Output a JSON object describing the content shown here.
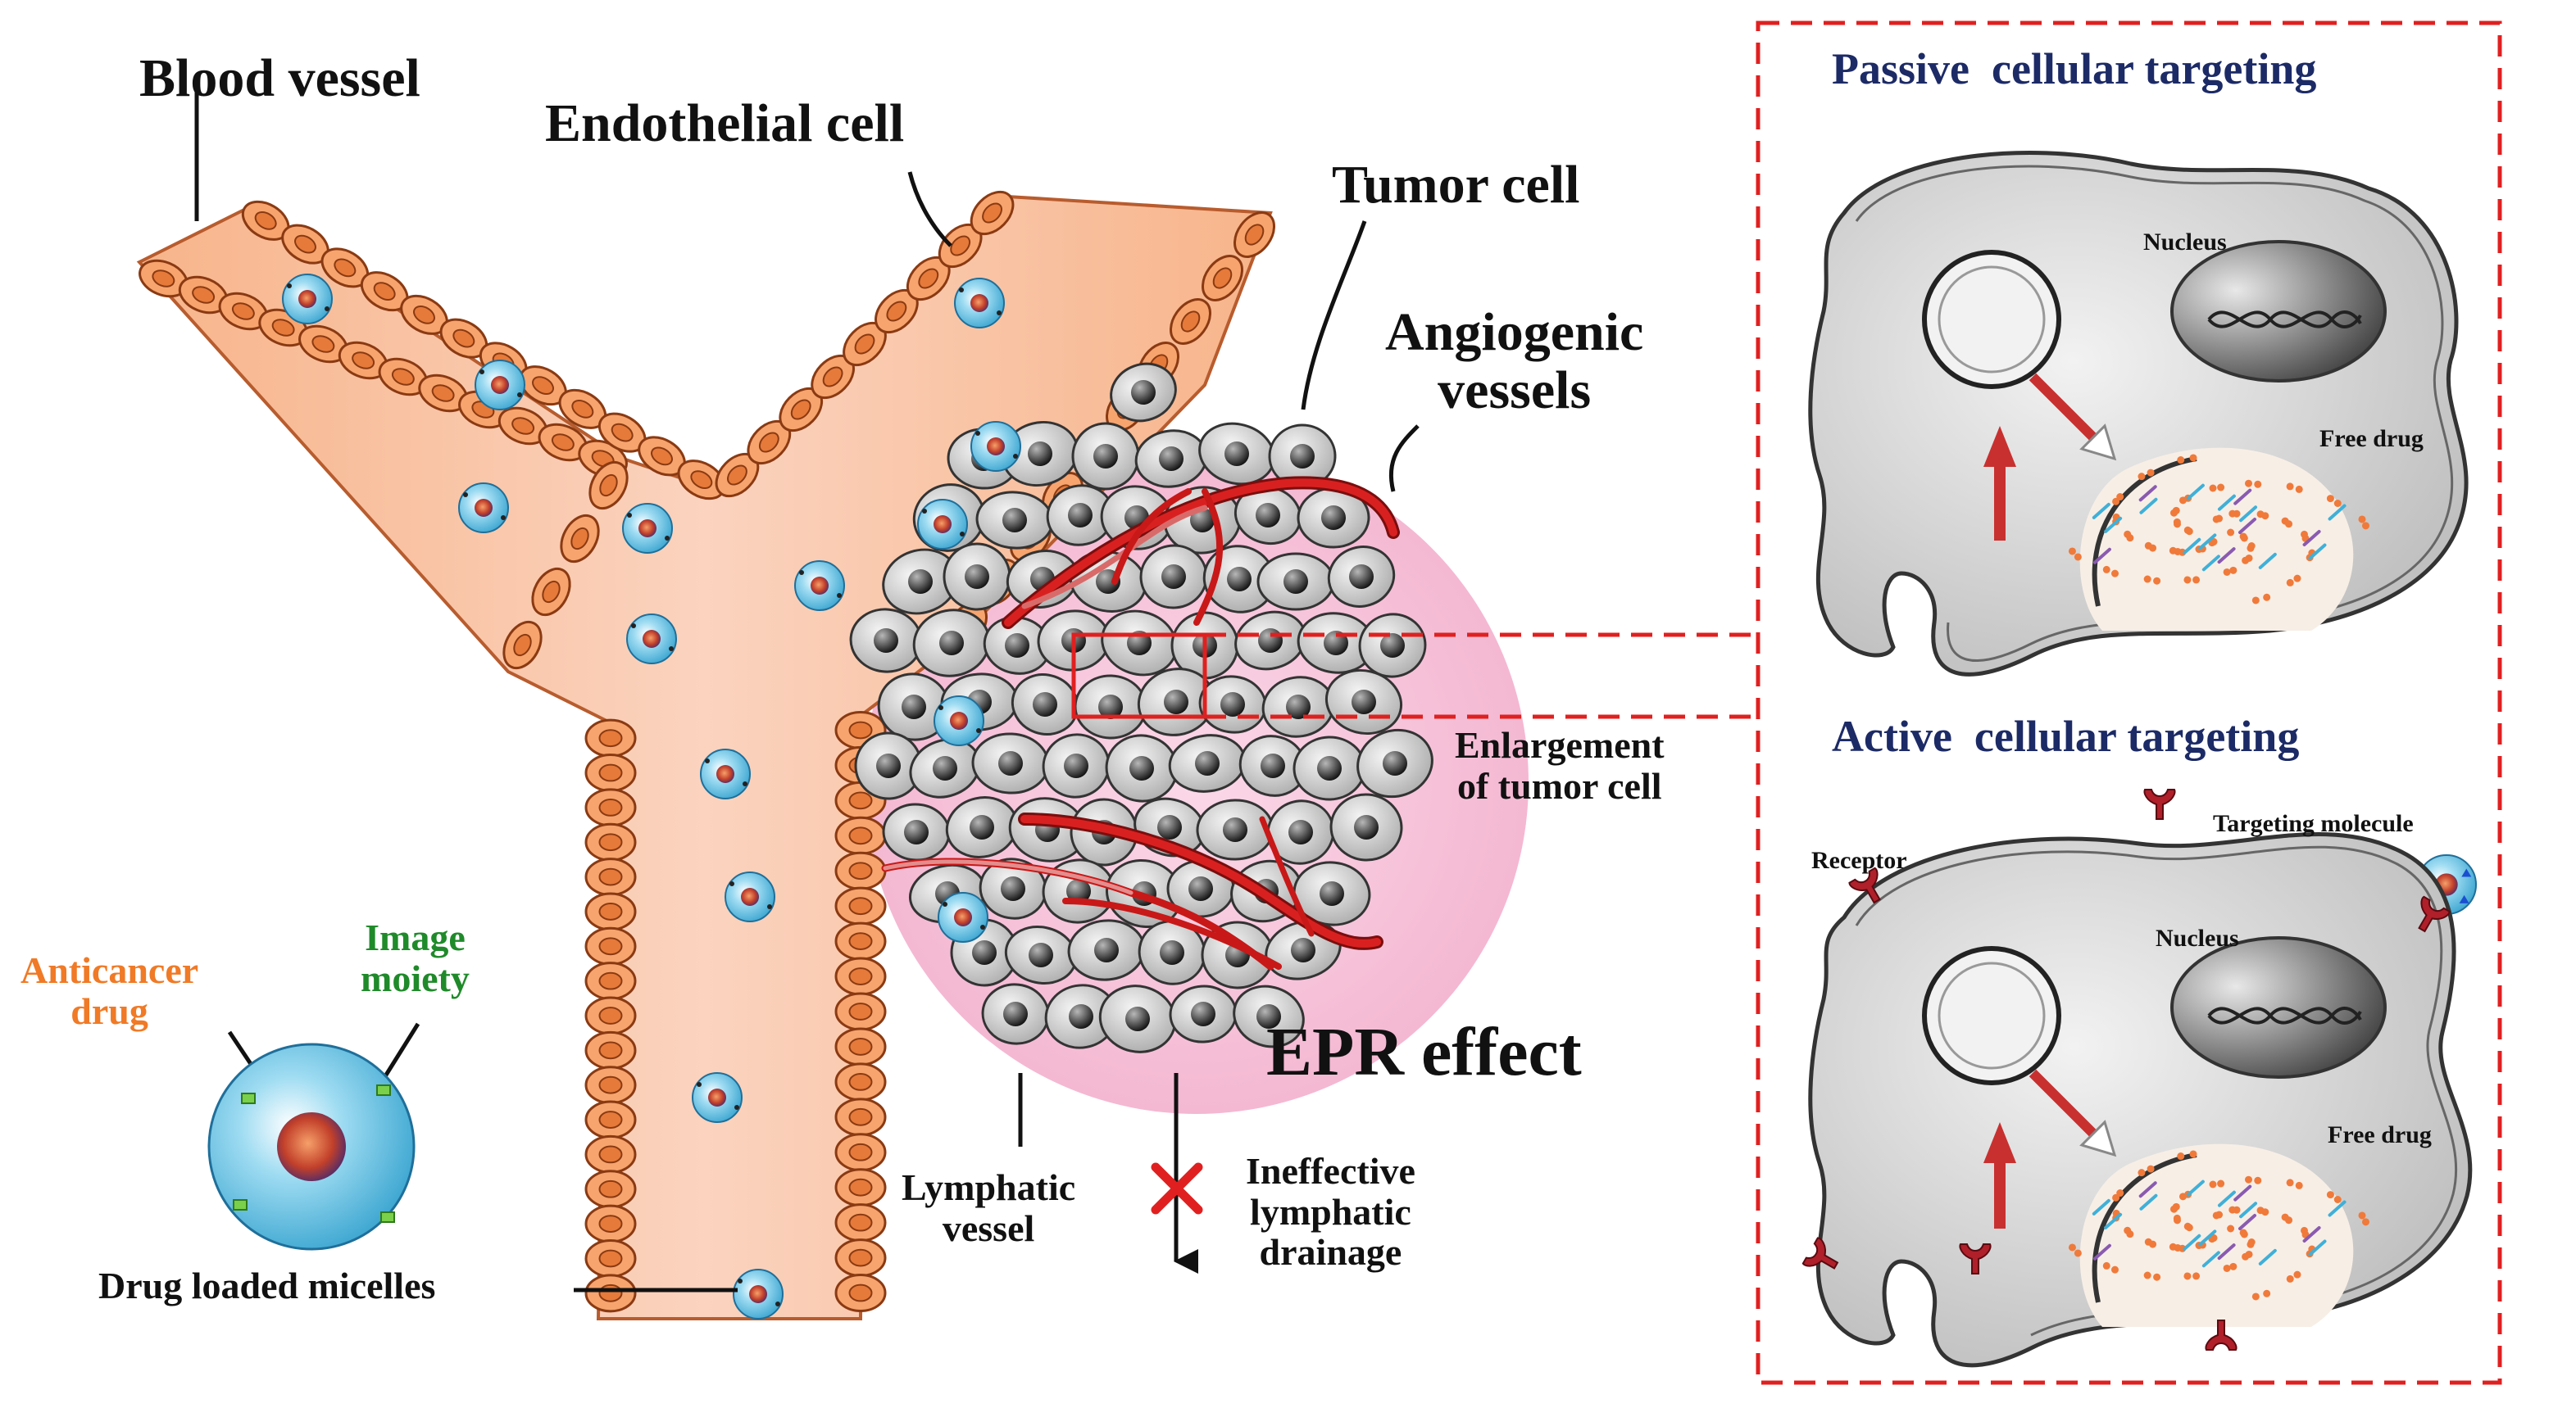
{
  "labels": {
    "blood_vessel": "Blood vessel",
    "endothelial_cell": "Endothelial cell",
    "tumor_cell": "Tumor cell",
    "angiogenic_vessels": "Angiogenic\nvessels",
    "enlargement": "Enlargement\nof tumor cell",
    "epr_effect": "EPR effect",
    "lymphatic_vessel": "Lymphatic\nvessel",
    "ineffective_drainage": "Ineffective\nlymphatic\ndrainage",
    "anticancer_drug": "Anticancer\ndrug",
    "image_moiety": "Image\nmoiety",
    "drug_loaded_micelles": "Drug loaded micelles"
  },
  "passive": {
    "title": "Passive  cellular targeting",
    "nucleus": "Nucleus",
    "free_drug": "Free drug"
  },
  "active": {
    "title": "Active  cellular targeting",
    "nucleus": "Nucleus",
    "free_drug": "Free drug",
    "receptor": "Receptor",
    "targeting_molecule": "Targeting molecule"
  },
  "colors": {
    "vessel_fill": "#f5b894",
    "vessel_edge": "#c85a25",
    "cell_fill": "#f29a60",
    "tumor_halo": "#f7c6de",
    "tumor_cell": "#d7d7d7",
    "micelle_blue": "#45b7e0",
    "micelle_core": "#e8703a",
    "angiogenic_red": "#c81818",
    "dashed_red": "#e02020",
    "title_navy": "#1c2a66",
    "anticancer_orange": "#f07a26",
    "image_moiety_green": "#1f8a2a",
    "receptor_red": "#b0202a"
  }
}
